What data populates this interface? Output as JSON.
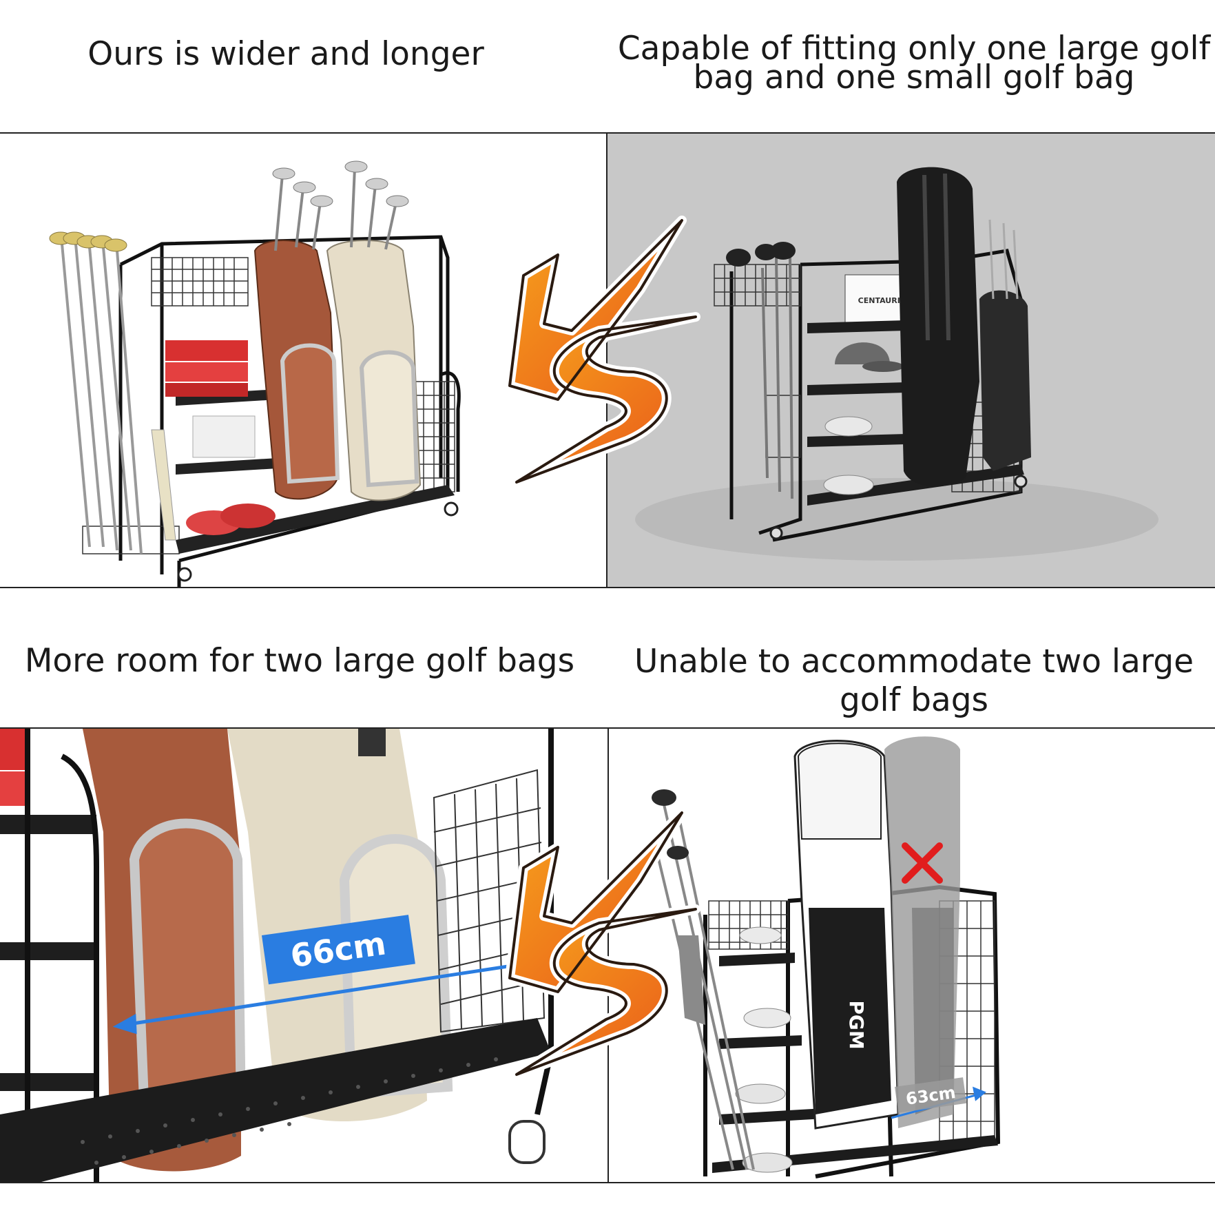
{
  "captions": {
    "top_left": "Ours is wider and longer",
    "top_right_line1": "Capable of fitting only one large golf",
    "top_right_line2": "bag and one small golf bag",
    "bottom_left": "More room for two large golf bags",
    "bottom_right_line1": "Unable to accommodate two large",
    "bottom_right_line2": "golf bags"
  },
  "measurements": {
    "ours_width": "66cm",
    "theirs_width": "63cm"
  },
  "brand_text": {
    "competitor_rack_label": "CENTAURIAL",
    "bag_logo": "PGM"
  },
  "colors": {
    "vs_orange_light": "#f7a41c",
    "vs_orange_dark": "#e8551a",
    "measure_blue": "#2a7de1",
    "cross_red": "#e11d1d",
    "gray_panel": "#c8c8c8"
  }
}
